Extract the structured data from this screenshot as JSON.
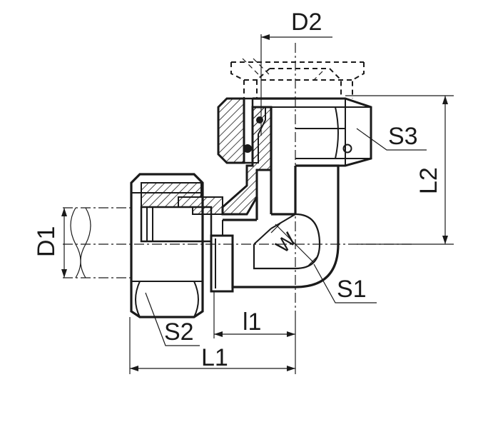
{
  "labels": {
    "d1": "D1",
    "d2": "D2",
    "s1": "S1",
    "s2": "S2",
    "s3": "S3",
    "l1": "L1",
    "l2": "L2",
    "i1": "l1",
    "wrench": "W"
  },
  "colors": {
    "ink": "#1a1a1a",
    "background": "#ffffff"
  }
}
